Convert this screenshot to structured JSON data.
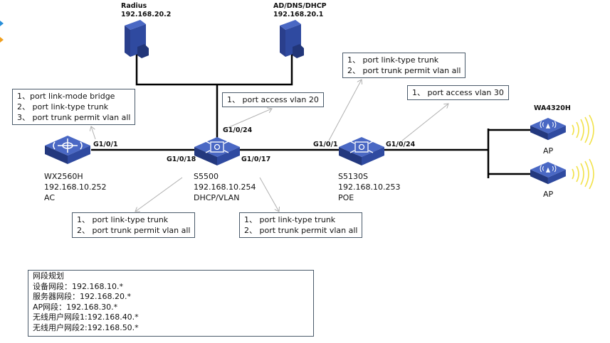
{
  "colors": {
    "device": "#2f4aa0",
    "device_light": "#4a68c4",
    "link": "#000000",
    "callout_arrow": "#b0b0b0",
    "wifi": "#f2e24a"
  },
  "servers": [
    {
      "name": "Radius",
      "ip": "192.168.20.2",
      "icon": "server-icon"
    },
    {
      "name": "AD/DNS/DHCP",
      "ip": "192.168.20.1",
      "icon": "server-icon"
    }
  ],
  "devices": {
    "ac": {
      "model": "WX2560H",
      "ip": "192.168.10.252",
      "role": "AC",
      "icon": "wireless-controller-icon"
    },
    "core": {
      "model": "S5500",
      "ip": "192.168.10.254",
      "role": "DHCP/VLAN",
      "icon": "switch-icon"
    },
    "poe": {
      "model": "S5130S",
      "ip": "192.168.10.253",
      "role": "POE",
      "icon": "switch-icon"
    },
    "ap_model": "WA4320H",
    "aps": [
      {
        "label": "AP",
        "icon": "access-point-icon"
      },
      {
        "label": "AP",
        "icon": "access-point-icon"
      }
    ]
  },
  "ports": {
    "ac_g101": "G1/0/1",
    "core_g1024": "G1/0/24",
    "core_g1018": "G1/0/18",
    "core_g1017": "G1/0/17",
    "poe_g101": "G1/0/1",
    "poe_g1024": "G1/0/24"
  },
  "callouts": {
    "ac": [
      "1、port link-mode bridge",
      "2、  port link-type trunk",
      "3、  port trunk permit vlan all"
    ],
    "core_uplink": [
      "1、  port access vlan 20"
    ],
    "poe_uplink": [
      "1、  port link-type trunk",
      "2、  port trunk permit vlan all"
    ],
    "poe_ap": [
      "1、  port access vlan 30"
    ],
    "core_g1018": [
      "1、  port link-type trunk",
      "2、  port trunk permit vlan all"
    ],
    "core_g1017": [
      "1、  port link-type trunk",
      "2、  port trunk permit vlan all"
    ]
  },
  "network_plan": [
    "网段规划",
    "设备网段：192.168.10.*",
    "服务器网段：192.168.20.*",
    "AP网段：192.168.30.*",
    "无线用户网段1:192.168.40.*",
    "无线用户网段2:192.168.50.*"
  ]
}
